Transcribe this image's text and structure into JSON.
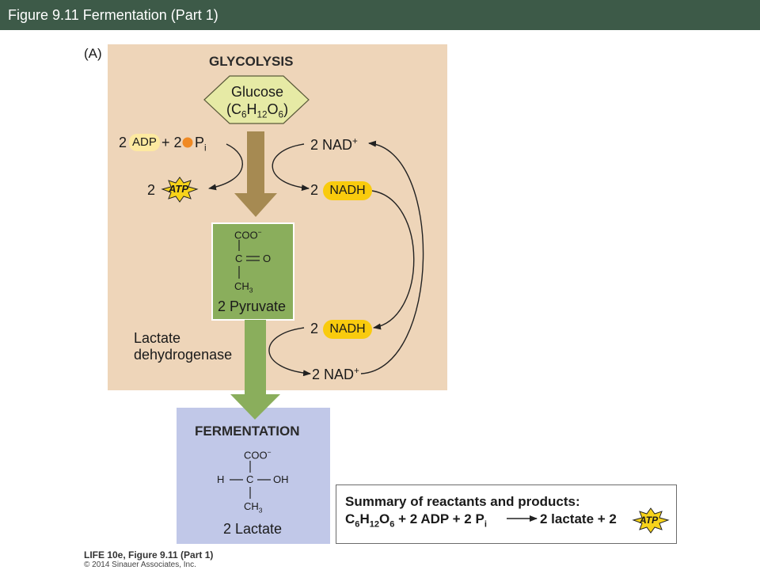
{
  "header": {
    "title": "Figure 9.11  Fermentation (Part 1)"
  },
  "panel_label": "(A)",
  "glycolysis": {
    "heading": "GLYCOLYSIS",
    "glucose_name": "Glucose",
    "glucose_formula": {
      "open": "(C",
      "c": "6",
      "h": "H",
      "h_n": "12",
      "o": "O",
      "o_n": "6",
      "close": ")"
    },
    "adp_coef": "2",
    "adp": "ADP",
    "plus_two": "+ 2",
    "pi": "P",
    "pi_sub": "i",
    "atp_coef": "2",
    "atp": "ATP",
    "nad_top_coef": "2",
    "nad_top": "NAD",
    "nadh_top_coef": "2",
    "nadh_top": "NADH"
  },
  "pyruvate": {
    "coo": "COO",
    "c": "C",
    "o": "O",
    "ch3": "CH",
    "ch3_sub": "3",
    "name": "2 Pyruvate"
  },
  "enzyme": {
    "line1": "Lactate",
    "line2": "dehydrogenase"
  },
  "lower_cycle": {
    "nadh_coef": "2",
    "nadh": "NADH",
    "nad_coef": "2",
    "nad": "NAD"
  },
  "fermentation": {
    "heading": "FERMENTATION",
    "coo": "COO",
    "h": "H",
    "c": "C",
    "oh": "OH",
    "ch3": "CH",
    "ch3_sub": "3",
    "name": "2 Lactate"
  },
  "summary": {
    "title": "Summary of reactants and products:",
    "eq_c": "C",
    "eq_c_n": "6",
    "eq_h": "H",
    "eq_h_n": "12",
    "eq_o": "O",
    "eq_o_n": "6",
    "eq_mid": " + 2 ADP + 2 P",
    "eq_pi_sub": "i",
    "eq_right": "2 lactate + 2",
    "atp": "ATP"
  },
  "footer": {
    "line1": "LIFE 10e, Figure 9.11 (Part 1)",
    "line2": "© 2014 Sinauer Associates, Inc."
  },
  "colors": {
    "title_bar": "#3d5a48",
    "glycolysis_bg": "#eed5b9",
    "fermentation_bg": "#c1c8e8",
    "glucose_hex": "#e6eaa5",
    "pyruvate_box": "#8aae5c",
    "arrow_brown": "#a68a52",
    "arrow_green": "#8aae5c",
    "nadh_pill": "#f9cb0e",
    "adp_highlight": "#fde9a0",
    "phosphate_dot": "#f08a24",
    "atp_star": "#f7d31a"
  }
}
